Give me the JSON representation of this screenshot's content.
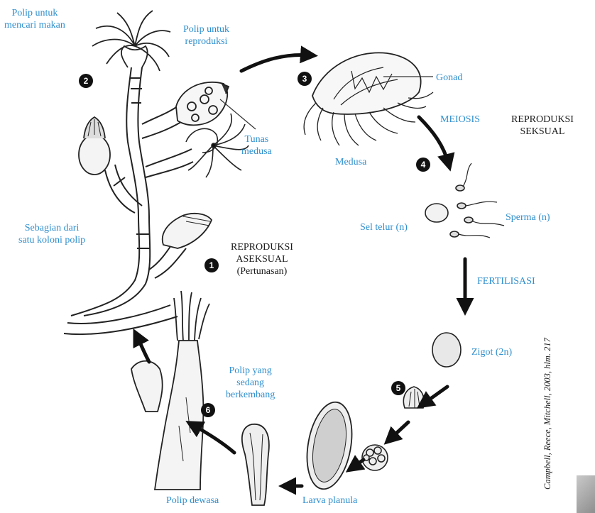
{
  "labels": {
    "polip_makan": "Polip untuk\nmencari makan",
    "polip_reproduksi": "Polip untuk\nreproduksi",
    "gonad": "Gonad",
    "meiosis": "MEIOSIS",
    "reproduksi_seksual": "REPRODUKSI\nSEKSUAL",
    "tunas_medusa": "Tunas\nmedusa",
    "medusa": "Medusa",
    "sebagian_koloni": "Sebagian dari\nsatu koloni polip",
    "sel_telur": "Sel telur (n)",
    "sperma": "Sperma (n)",
    "reproduksi_aseksual": "REPRODUKSI\nASEKSUAL\n(Pertunasan)",
    "fertilisasi": "FERTILISASI",
    "zigot": "Zigot (2n)",
    "polip_berkembang": "Polip yang\nsedang\nberkembang",
    "polip_dewasa": "Polip dewasa",
    "larva_planula": "Larva planula",
    "credit": "Campbell, Reece, Mitchell, 2003, hlm. 217"
  },
  "steps": [
    "1",
    "2",
    "3",
    "4",
    "5",
    "6"
  ],
  "colors": {
    "label_blue": "#2f8fce",
    "ink": "#1a1a1a"
  }
}
